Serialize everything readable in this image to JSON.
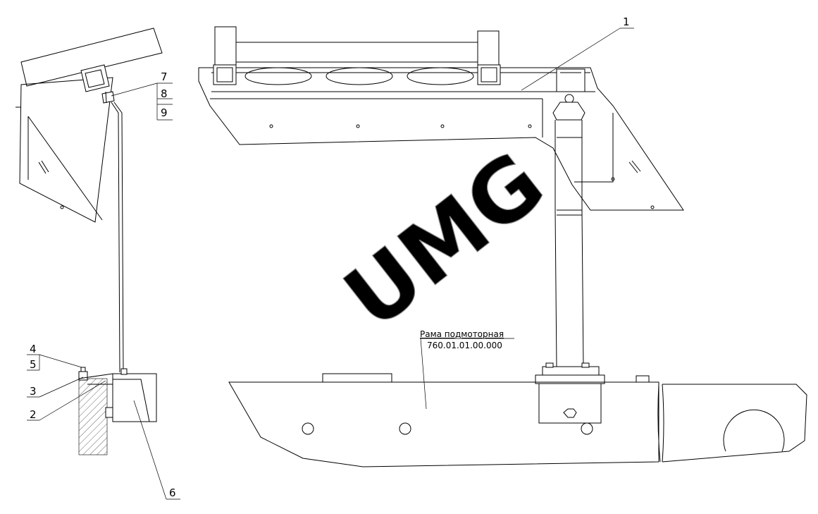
{
  "callouts": [
    "1",
    "2",
    "3",
    "4",
    "5",
    "6",
    "7",
    "8",
    "9"
  ],
  "frame_label": {
    "name": "Рама подмоторная",
    "code": "760.01.01.00.000"
  },
  "watermark": "UMG",
  "colors": {
    "line": "#000000",
    "background": "#ffffff",
    "watermark": "#888888"
  }
}
